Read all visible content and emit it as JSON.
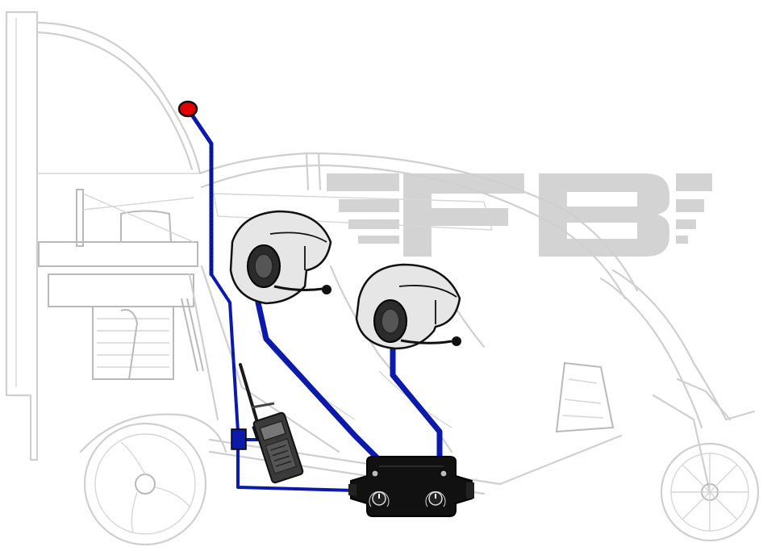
{
  "logo": {
    "text": "FB",
    "color": "#d3d3d3"
  },
  "colors": {
    "cable_blue": "#0b1aa8",
    "cable_blue_dark": "#000a55",
    "antenna_tip": "#e00000",
    "helmet_fill": "#e6e6e6",
    "helmet_stroke": "#111111",
    "intercom_fill": "#111111",
    "frame_gray": "#cfcfcf"
  },
  "components": [
    {
      "name": "antenna",
      "icon": "antenna-icon"
    },
    {
      "name": "helmet-pilot",
      "icon": "helmet-icon"
    },
    {
      "name": "helmet-passenger",
      "icon": "helmet-icon"
    },
    {
      "name": "handheld-radio",
      "icon": "walkie-talkie-icon"
    },
    {
      "name": "intercom-box",
      "icon": "intercom-icon"
    },
    {
      "name": "junction-box",
      "icon": "connector-icon"
    }
  ]
}
